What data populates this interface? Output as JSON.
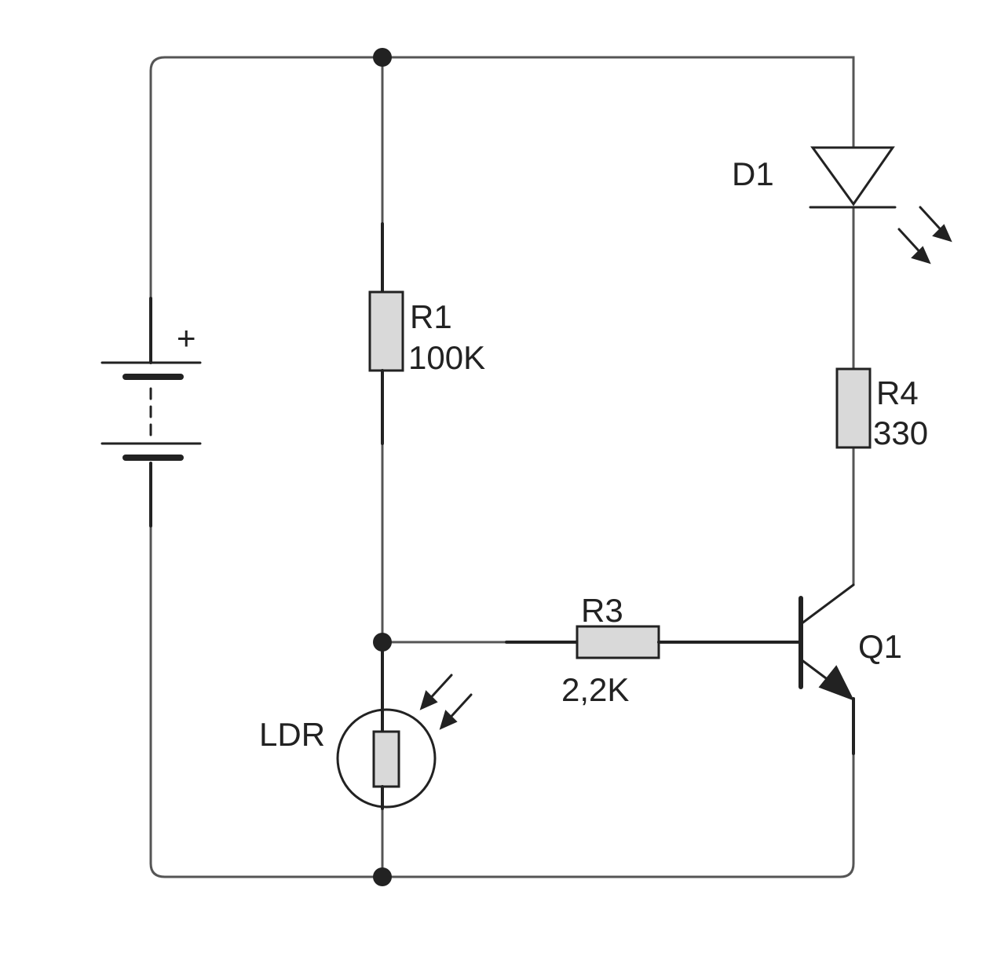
{
  "components": {
    "battery": {
      "polarity": "+"
    },
    "r1": {
      "ref": "R1",
      "value": "100K"
    },
    "r3": {
      "ref": "R3",
      "value": "2,2K"
    },
    "r4": {
      "ref": "R4",
      "value": "330"
    },
    "d1": {
      "ref": "D1"
    },
    "q1": {
      "ref": "Q1"
    },
    "ldr": {
      "ref": "LDR"
    }
  },
  "colors": {
    "wire": "#555555",
    "ink": "#222222",
    "component_fill": "#d9d9d9",
    "background": "#ffffff"
  }
}
